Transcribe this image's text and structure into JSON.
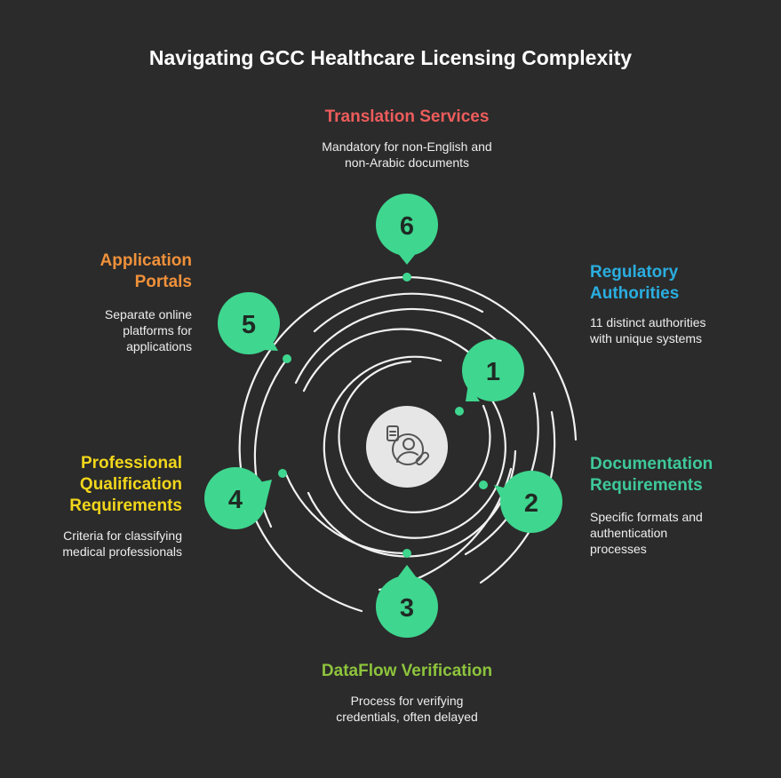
{
  "title": "Navigating GCC Healthcare Licensing Complexity",
  "steps": [
    {
      "number": "1",
      "label_line1": "Regulatory",
      "label_line2": "Authorities",
      "desc_line1": "11 distinct authorities",
      "desc_line2": "with unique systems",
      "color": "#2aaee0"
    },
    {
      "number": "2",
      "label_line1": "Documentation",
      "label_line2": "Requirements",
      "desc_line1": "Specific formats and",
      "desc_line2": "authentication",
      "desc_line3": "processes",
      "color": "#3ec99a"
    },
    {
      "number": "3",
      "label_line1": "DataFlow Verification",
      "desc_line1": "Process for verifying",
      "desc_line2": "credentials, often delayed",
      "color": "#8dc43c"
    },
    {
      "number": "4",
      "label_line1": "Professional",
      "label_line2": "Qualification",
      "label_line3": "Requirements",
      "desc_line1": "Criteria for classifying",
      "desc_line2": "medical professionals",
      "color": "#f2d61b"
    },
    {
      "number": "5",
      "label_line1": "Application",
      "label_line2": "Portals",
      "desc_line1": "Separate online",
      "desc_line2": "platforms for",
      "desc_line3": "applications",
      "color": "#f0913a"
    },
    {
      "number": "6",
      "label_line1": "Translation Services",
      "desc_line1": "Mandatory for non-English and",
      "desc_line2": "non-Arabic documents",
      "color": "#ee5c5c"
    }
  ],
  "bubble_color": "#3fd68f",
  "center_icon": "healthcare-professional-document-icon"
}
